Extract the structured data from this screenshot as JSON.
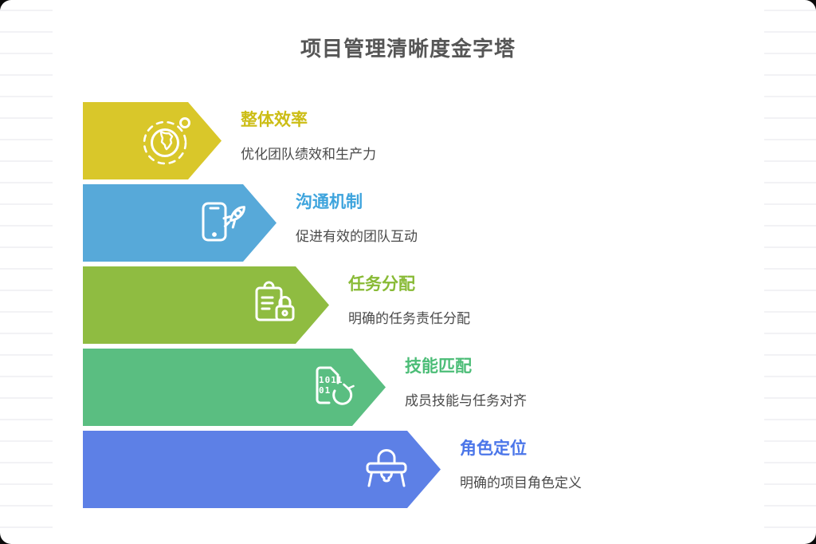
{
  "page": {
    "title": "项目管理清晰度金字塔",
    "background_color": "#ffffff",
    "ruled_line_color": "#f2f2f5",
    "heading_color": "#565656",
    "description_color": "#4a4a4a"
  },
  "levels": [
    {
      "title": "整体效率",
      "description": "优化团队绩效和生产力",
      "arrow_color": "#d9c72a",
      "title_color": "#ccbd15",
      "icon": "globe-orbit-icon"
    },
    {
      "title": "沟通机制",
      "description": "促进有效的团队互动",
      "arrow_color": "#57a9d9",
      "title_color": "#3ea4dd",
      "icon": "phone-rocket-icon"
    },
    {
      "title": "任务分配",
      "description": "明确的任务责任分配",
      "arrow_color": "#8fbc41",
      "title_color": "#88ba35",
      "icon": "clipboard-lock-icon"
    },
    {
      "title": "技能匹配",
      "description": "成员技能与任务对齐",
      "arrow_color": "#5abe81",
      "title_color": "#4cbd77",
      "icon": "binary-refresh-icon",
      "icon_text": [
        "1011",
        "01"
      ]
    },
    {
      "title": "角色定位",
      "description": "明确的项目角色定义",
      "arrow_color": "#5d80e6",
      "title_color": "#4b76e9",
      "icon": "desk-person-icon"
    }
  ]
}
